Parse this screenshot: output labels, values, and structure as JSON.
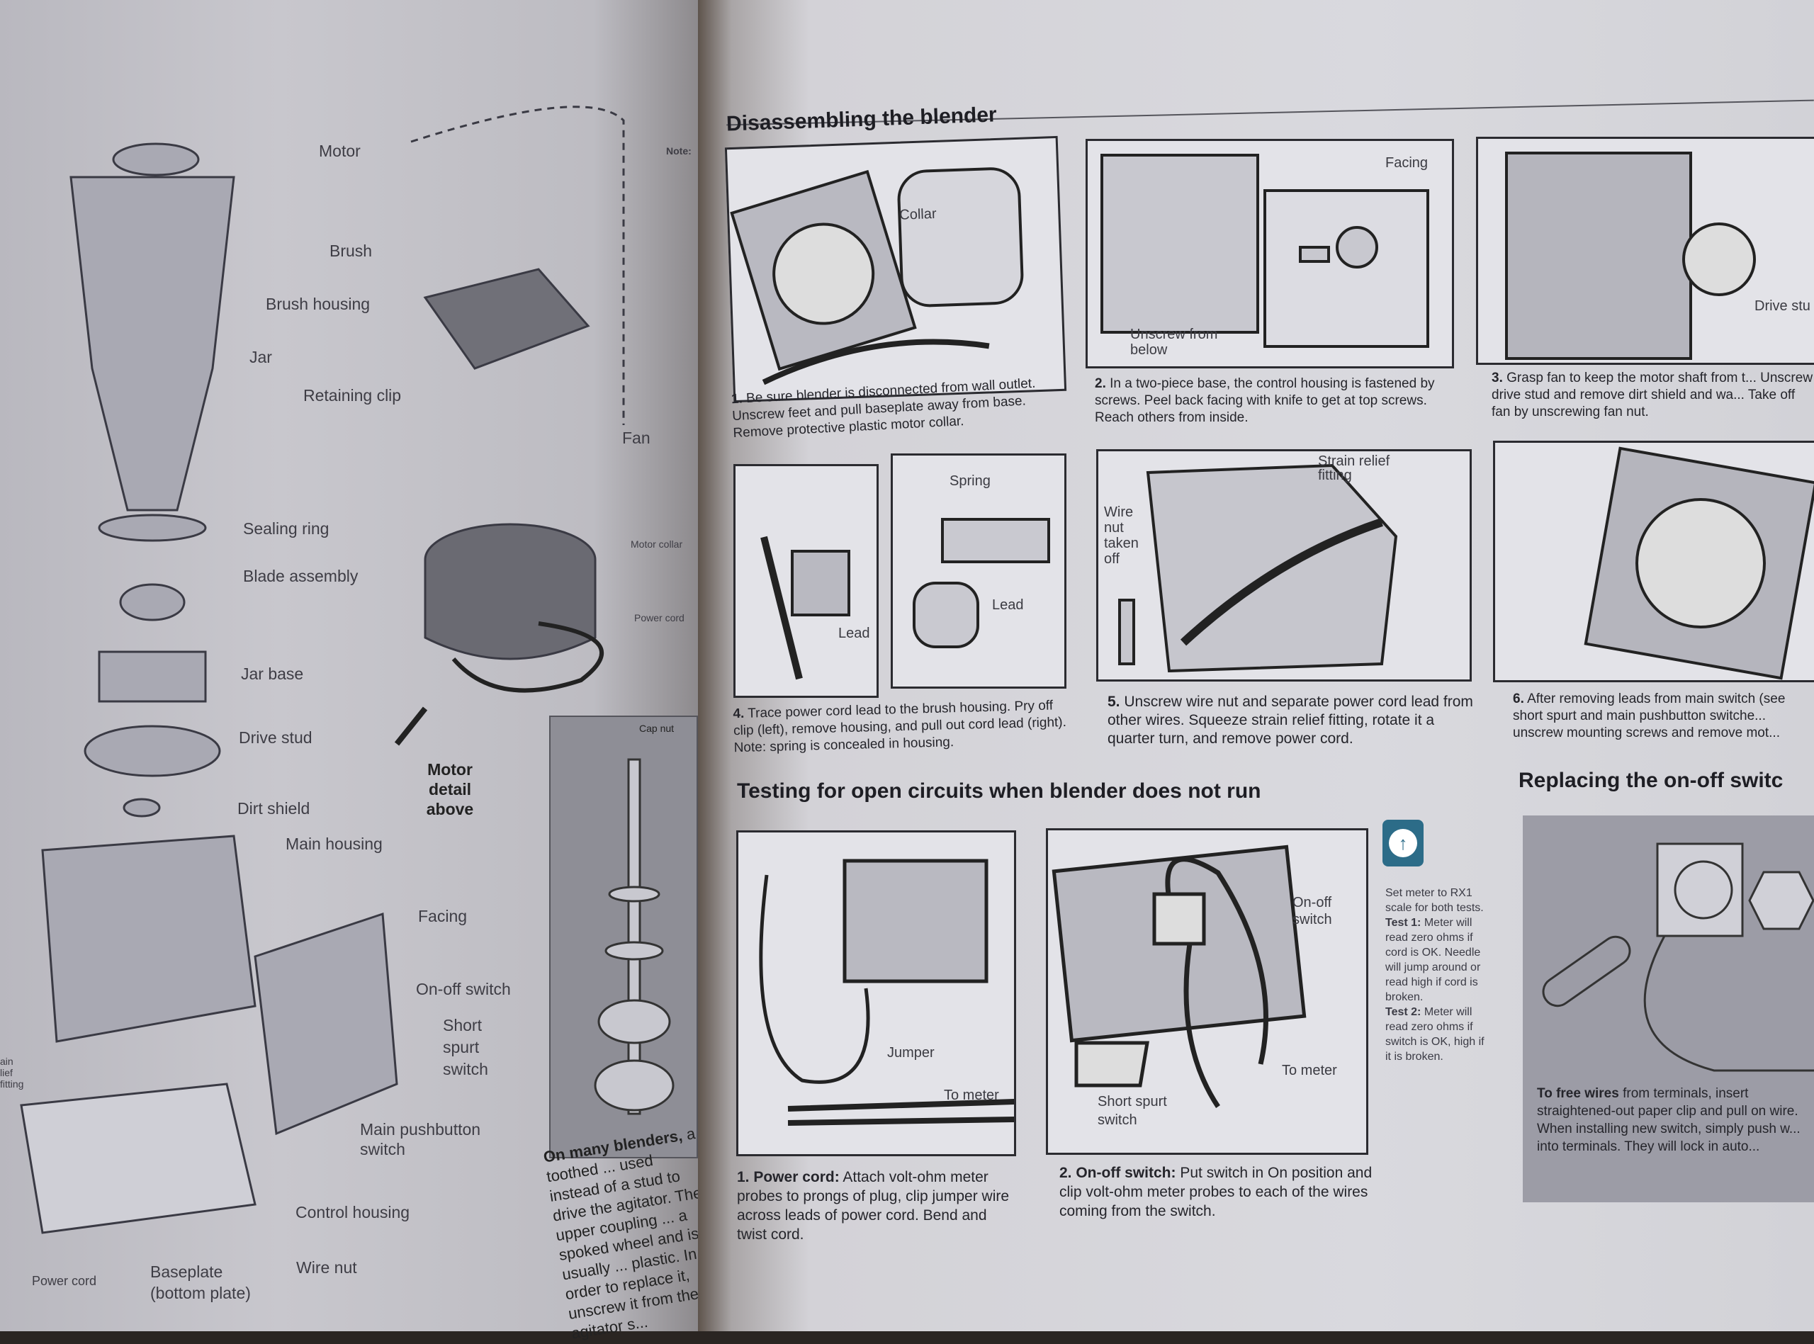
{
  "left_page": {
    "labels": {
      "motor": "Motor",
      "brush": "Brush",
      "brush_housing": "Brush housing",
      "jar": "Jar",
      "retaining_clip": "Retaining clip",
      "fan": "Fan",
      "motor_collar": "Motor collar",
      "power_cord_small": "Power cord",
      "sealing_ring": "Sealing ring",
      "blade_assembly": "Blade assembly",
      "jar_base": "Jar base",
      "drive_stud": "Drive stud",
      "motor_detail": "Motor detail above",
      "dirt_shield": "Dirt shield",
      "main_housing": "Main housing",
      "facing": "Facing",
      "on_off_switch": "On-off switch",
      "short_spurt_switch": "Short spurt switch",
      "main_pushbutton_switch": "Main pushbutton switch",
      "control_housing": "Control housing",
      "wire_nut": "Wire nut",
      "baseplate": "Baseplate (bottom plate)",
      "power_cord": "Power cord",
      "strain_fitting": "ain lief fitting",
      "note": "Note:"
    },
    "inset": {
      "label": "Cap nut",
      "text_bold": "On many blenders,",
      "text": " a toothed ... used instead of a stud to drive the agitator. The upper coupling ... a spoked wheel and is usually ... plastic. In order to replace it, unscrew it from the agitator s..."
    }
  },
  "right_page": {
    "section1": {
      "title": "Disassembling the blender",
      "steps": [
        {
          "num": "1.",
          "text": "Be sure blender is disconnected from wall outlet. Unscrew feet and pull baseplate away from base. Remove protective plastic motor collar.",
          "labels": [
            "Collar"
          ]
        },
        {
          "num": "2.",
          "text": "In a two-piece base, the control housing is fastened by screws. Peel back facing with knife to get at top screws. Reach others from inside.",
          "labels": [
            "Facing",
            "Unscrew from below"
          ]
        },
        {
          "num": "3.",
          "text": "Grasp fan to keep the motor shaft from t... Unscrew drive stud and remove dirt shield and wa... Take off fan by unscrewing fan nut.",
          "labels": [
            "Drive stu"
          ]
        },
        {
          "num": "4.",
          "text": "Trace power cord lead to the brush housing. Pry off clip (left), remove housing, and pull out cord lead (right). Note: spring is concealed in housing.",
          "labels": [
            "Lead",
            "Spring",
            "Lead"
          ]
        },
        {
          "num": "5.",
          "text": "Unscrew wire nut and separate power cord lead from other wires. Squeeze strain relief fitting, rotate it a quarter turn, and remove power cord.",
          "labels": [
            "Strain relief fitting",
            "Wire nut taken off"
          ]
        },
        {
          "num": "6.",
          "text": "After removing leads from main switch (see short spurt and main pushbutton switche... unscrew mounting screws and remove mot...",
          "labels": []
        }
      ]
    },
    "section2": {
      "title": "Testing for open circuits when blender does not run",
      "steps": [
        {
          "bold": "1. Power cord:",
          "text": " Attach volt-ohm meter probes to prongs of plug, clip jumper wire across leads of power cord. Bend and twist cord.",
          "labels": [
            "Jumper",
            "To meter"
          ]
        },
        {
          "bold": "2. On-off switch:",
          "text": " Put switch in On position and clip volt-ohm meter probes to each of the wires coming from the switch.",
          "labels": [
            "On-off switch",
            "To meter",
            "Short spurt switch"
          ]
        }
      ],
      "meter_icon": "meter-icon",
      "note": {
        "intro": "Set meter to RX1 scale for both tests.",
        "test1_label": "Test 1:",
        "test1": " Meter will read zero ohms if cord is OK. Needle will jump around or read high if cord is broken.",
        "test2_label": "Test 2:",
        "test2": " Meter will read zero ohms if switch is OK, high if it is broken."
      }
    },
    "section3": {
      "title": "Replacing the on-off switc",
      "caption_bold": "To free wires",
      "caption": " from terminals, insert straightened-out paper clip and pull on wire. When installing new switch, simply push w... into terminals. They will lock in auto..."
    }
  }
}
